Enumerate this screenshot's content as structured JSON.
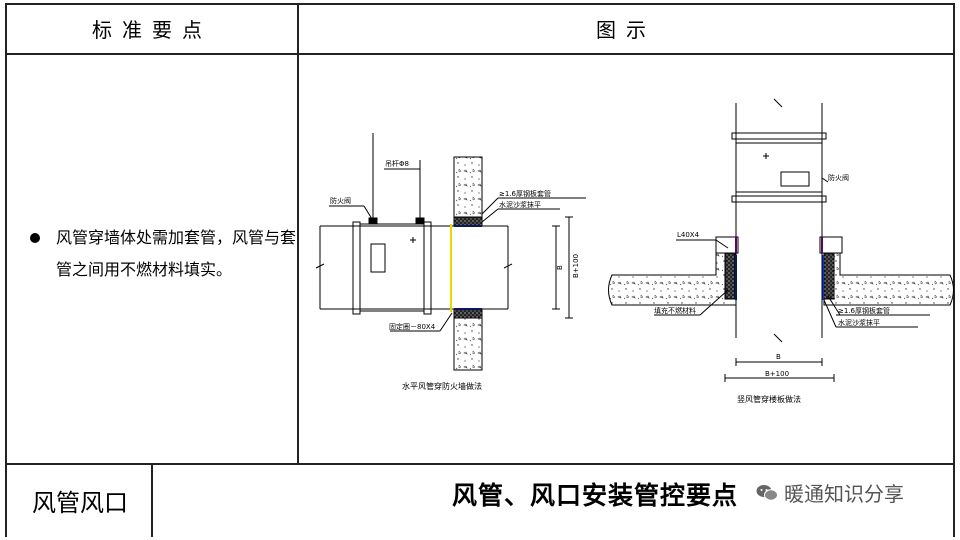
{
  "header": {
    "left_title": "标准要点",
    "right_title": "图示"
  },
  "content": {
    "bullet": "风管穿墙体处需加套管，风管与套管之间用不燃材料填实。"
  },
  "diagram_left": {
    "labels": {
      "hanger": "吊杆Φ8",
      "fire_damper": "防火阀",
      "steel_sleeve": "≥1.6厚钢板套管",
      "mortar": "水泥沙浆抹平",
      "fixed_ring": "固定圈－80X4",
      "dim_inner": "B",
      "dim_outer": "B+100"
    },
    "caption": "水平风管穿防火墙做法"
  },
  "diagram_right": {
    "labels": {
      "fire_damper": "防火阀",
      "angle": "L40X4",
      "fill": "填充不燃材料",
      "steel_sleeve": "≥1.6厚钢板套管",
      "mortar": "水泥沙浆抹平",
      "dim_inner": "B",
      "dim_outer": "B+100"
    },
    "caption": "竖风管穿楼板做法"
  },
  "footer": {
    "category": "风管风口",
    "title": "风管、风口安装管控要点",
    "watermark": "暖通知识分享"
  }
}
